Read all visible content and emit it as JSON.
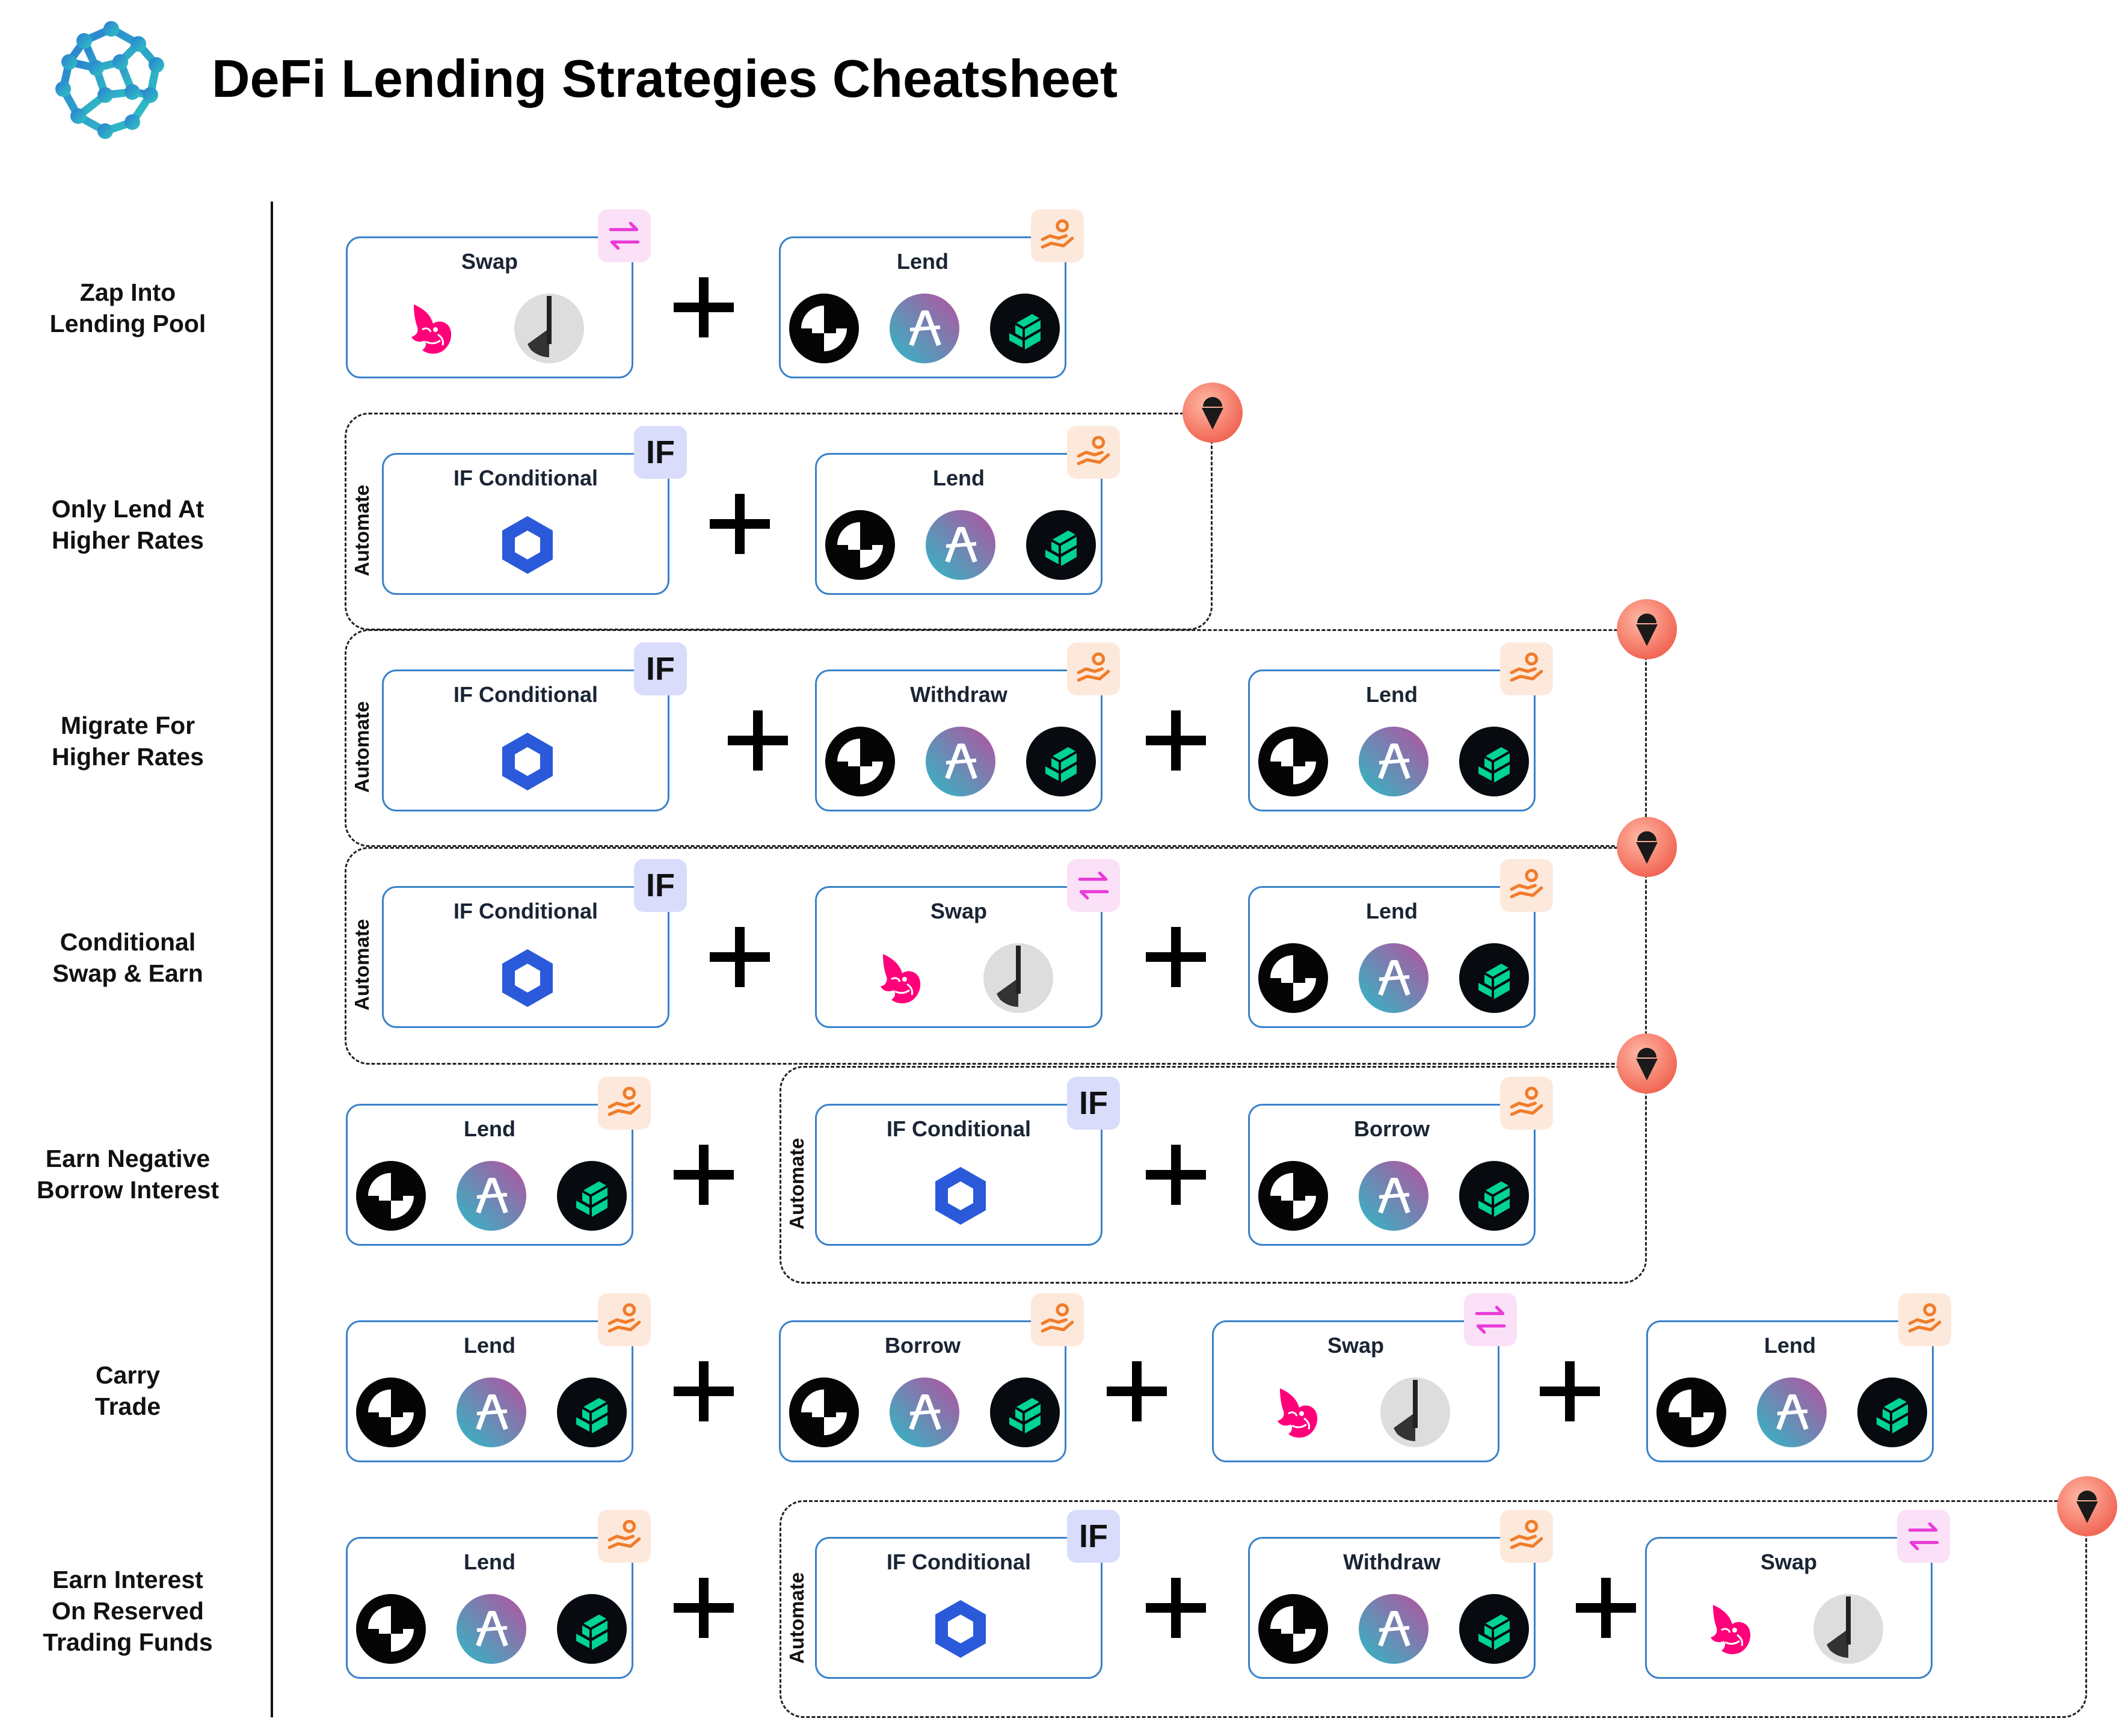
{
  "page": {
    "title": "DeFi Lending Strategies Cheatsheet"
  },
  "labels": {
    "plus": "+",
    "automate": "Automate",
    "if_badge": "IF"
  },
  "icons": {
    "logo": "brain-network-logo",
    "lend_badge": "hand-coins-icon",
    "swap_badge": "swap-arrows-icon",
    "if_badge": "if-icon",
    "automate_pin": "gelato-pin-icon",
    "protocols": [
      "euler-icon",
      "aave-icon",
      "compound-icon"
    ],
    "dexes": [
      "uniswap-icon",
      "curve-icon"
    ],
    "conditional": "chainlink-hexagon-icon"
  },
  "colors": {
    "card_border": "#3a82c9",
    "lend_badge_bg": "#fde9dc",
    "swap_badge_bg": "#fbe1f8",
    "if_badge_bg": "#d9dcfb",
    "chainlink_blue": "#2a5ada",
    "uniswap_pink": "#ff007a",
    "compound_green": "#00d395",
    "pin_red": "#f26a58"
  },
  "rows": [
    {
      "label": [
        "Zap Into",
        "Lending Pool"
      ],
      "steps": [
        "Swap",
        "Lend"
      ]
    },
    {
      "label": [
        "Only Lend At",
        "Higher Rates"
      ],
      "steps": [
        "IF Conditional",
        "Lend"
      ]
    },
    {
      "label": [
        "Migrate For",
        "Higher Rates"
      ],
      "steps": [
        "IF Conditional",
        "Withdraw",
        "Lend"
      ]
    },
    {
      "label": [
        "Conditional",
        "Swap & Earn"
      ],
      "steps": [
        "IF Conditional",
        "Swap",
        "Lend"
      ]
    },
    {
      "label": [
        "Earn Negative",
        "Borrow Interest"
      ],
      "steps": [
        "Lend",
        "IF Conditional",
        "Borrow"
      ]
    },
    {
      "label": [
        "Carry",
        "Trade"
      ],
      "steps": [
        "Lend",
        "Borrow",
        "Swap",
        "Lend"
      ]
    },
    {
      "label": [
        "Earn Interest",
        "On Reserved",
        "Trading Funds"
      ],
      "steps": [
        "Lend",
        "IF Conditional",
        "Withdraw",
        "Swap"
      ]
    }
  ]
}
